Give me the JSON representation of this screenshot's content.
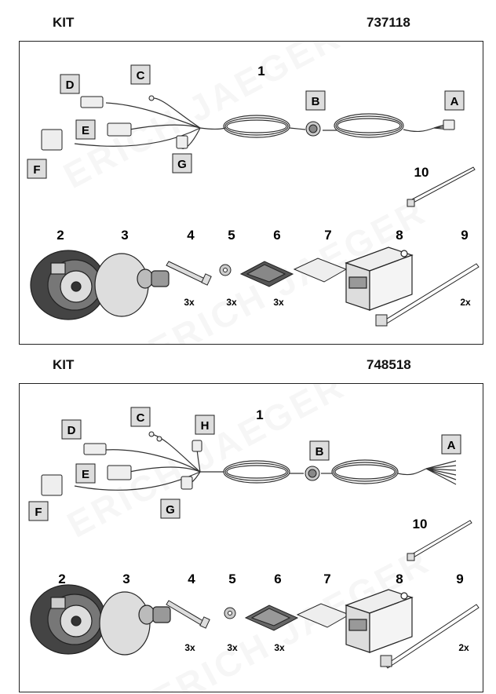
{
  "watermark": "ERICH JAEGER",
  "kits": [
    {
      "kit_label": "KIT",
      "kit_number": "737118",
      "callouts": {
        "harness": "1",
        "A": "A",
        "B": "B",
        "C": "C",
        "D": "D",
        "E": "E",
        "F": "F",
        "G": "G"
      },
      "parts": {
        "p2": "2",
        "p3": "3",
        "p4": "4",
        "p5": "5",
        "p6": "6",
        "p7": "7",
        "p8": "8",
        "p9": "9",
        "p10": "10"
      },
      "quantities": {
        "q4": "3x",
        "q5": "3x",
        "q6": "3x",
        "q9": "2x"
      }
    },
    {
      "kit_label": "KIT",
      "kit_number": "748518",
      "callouts": {
        "harness": "1",
        "A": "A",
        "B": "B",
        "C": "C",
        "D": "D",
        "E": "E",
        "F": "F",
        "G": "G",
        "H": "H"
      },
      "parts": {
        "p2": "2",
        "p3": "3",
        "p4": "4",
        "p5": "5",
        "p6": "6",
        "p7": "7",
        "p8": "8",
        "p9": "9",
        "p10": "10"
      },
      "quantities": {
        "q4": "3x",
        "q5": "3x",
        "q6": "3x",
        "q9": "2x"
      }
    }
  ]
}
